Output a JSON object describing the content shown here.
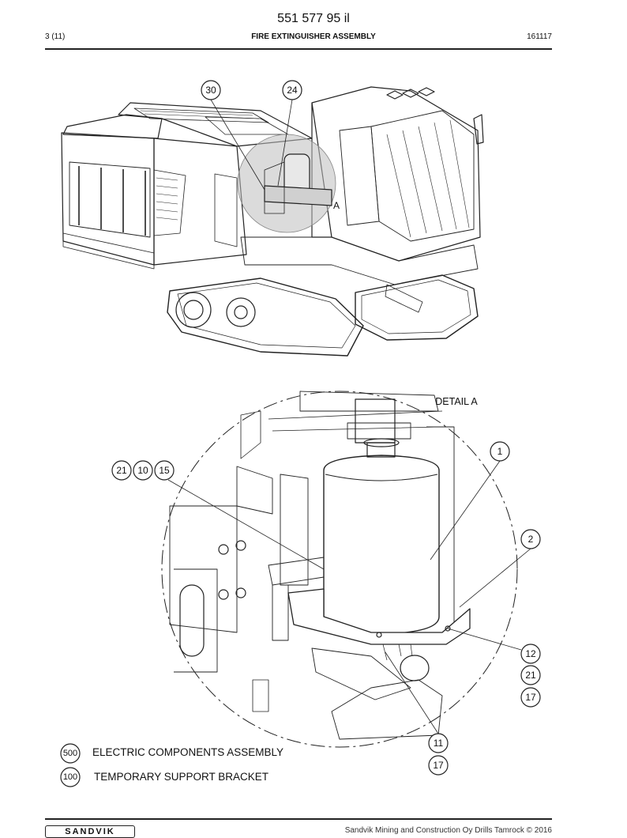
{
  "header": {
    "doc_number": "551 577 95 il",
    "page": "3 (11)",
    "title": "FIRE EXTINGUISHER ASSEMBLY",
    "code": "161117"
  },
  "overview": {
    "callouts": [
      "30",
      "24"
    ],
    "detail_marker": "A"
  },
  "detail": {
    "title": "DETAIL A",
    "callouts": [
      "21",
      "10",
      "15",
      "1",
      "2",
      "12",
      "21",
      "17",
      "11",
      "17"
    ]
  },
  "legend": [
    {
      "ref": "500",
      "label": "ELECTRIC COMPONENTS ASSEMBLY"
    },
    {
      "ref": "100",
      "label": "TEMPORARY SUPPORT BRACKET"
    }
  ],
  "footer": {
    "copyright": "Sandvik Mining and Construction Oy Drills Tamrock © 2016",
    "logo": "SANDVIK"
  },
  "colors": {
    "line": "#222222",
    "highlight": "#bdbdbd",
    "page": "#ffffff"
  }
}
